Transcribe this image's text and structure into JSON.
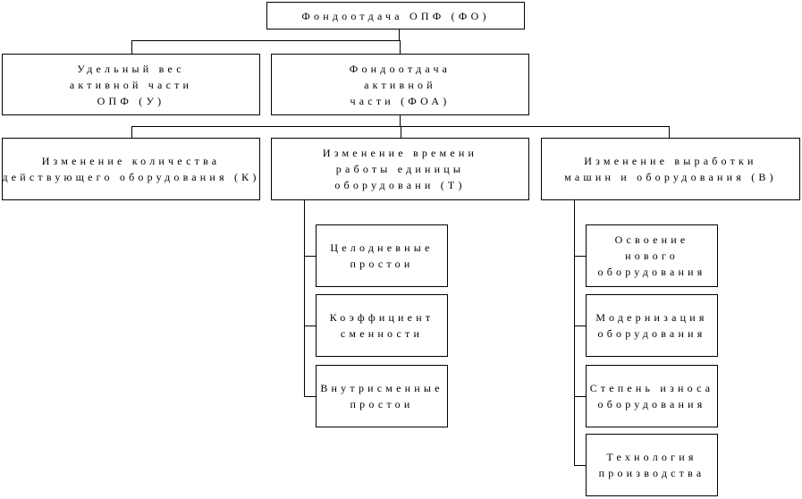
{
  "root": {
    "lines": [
      "Фондоотдача ОПФ (ФО)"
    ]
  },
  "level1": {
    "share": {
      "lines": [
        "Удельный вес",
        "активной части",
        "ОПФ (У)"
      ]
    },
    "active": {
      "lines": [
        "Фондоотдача",
        "активной",
        "части (ФОА)"
      ]
    }
  },
  "level2": {
    "quantity": {
      "lines": [
        "Изменение количества",
        "действующего оборудования (К)"
      ]
    },
    "time": {
      "lines": [
        "Изменение времени",
        "работы единицы",
        "оборудовани (Т)"
      ]
    },
    "output": {
      "lines": [
        "Изменение выработки",
        "машин и оборудования (В)"
      ]
    }
  },
  "time_factors": [
    {
      "lines": [
        "Целодневные",
        "простои"
      ]
    },
    {
      "lines": [
        "Коэффициент",
        "сменности"
      ]
    },
    {
      "lines": [
        "Внутрисменные",
        "простои"
      ]
    }
  ],
  "output_factors": [
    {
      "lines": [
        "Освоение",
        "нового",
        "оборудования"
      ]
    },
    {
      "lines": [
        "Модернизация",
        "оборудования"
      ]
    },
    {
      "lines": [
        "Степень износа",
        "оборудования"
      ]
    },
    {
      "lines": [
        "Технология",
        "производства"
      ]
    }
  ]
}
